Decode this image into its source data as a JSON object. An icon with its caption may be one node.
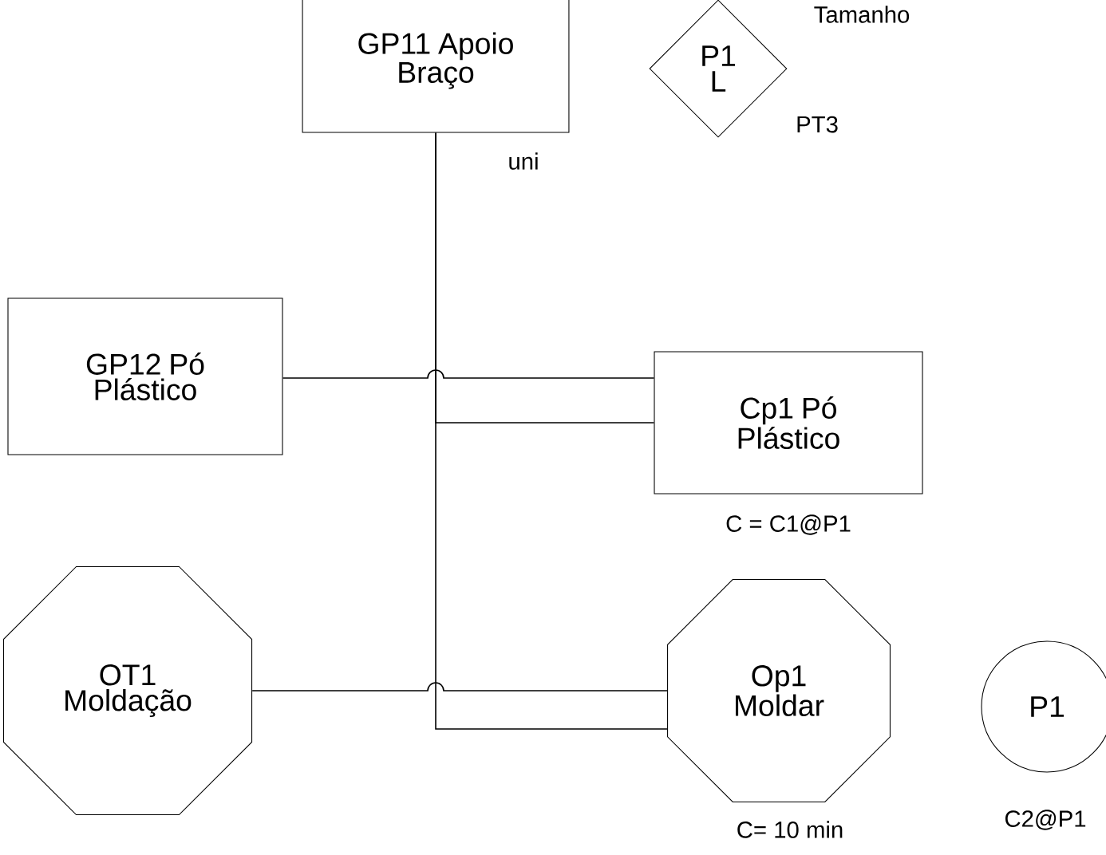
{
  "diagram": {
    "nodes": [
      {
        "text": [
          "GP11 Apoio Braço"
        ],
        "beside": [
          "uni"
        ]
      },
      {
        "text": [
          "P1 L"
        ],
        "beside": [
          "Tamanho",
          "PT3"
        ]
      },
      {
        "text": [
          "GP12 Pó Plástico"
        ]
      },
      {
        "text": [
          "Cp1 Pó Plástico"
        ],
        "beside": [
          "C = C1@P1"
        ]
      },
      {
        "text": [
          "OT1 Moldação"
        ]
      },
      {
        "text": [
          "Op1 Moldar"
        ],
        "beside": [
          "C= 10 min"
        ]
      },
      {
        "text": [
          "P1"
        ],
        "beside": [
          "C2@P1"
        ]
      }
    ],
    "edges": [
      {
        "from": 2,
        "to": 3,
        "arrow": "none"
      },
      {
        "from": 0,
        "to": 3,
        "arrow": "none"
      },
      {
        "from": 4,
        "to": 5,
        "arrow": "none"
      },
      {
        "from": 0,
        "to": 5,
        "arrow": "none"
      }
    ]
  }
}
